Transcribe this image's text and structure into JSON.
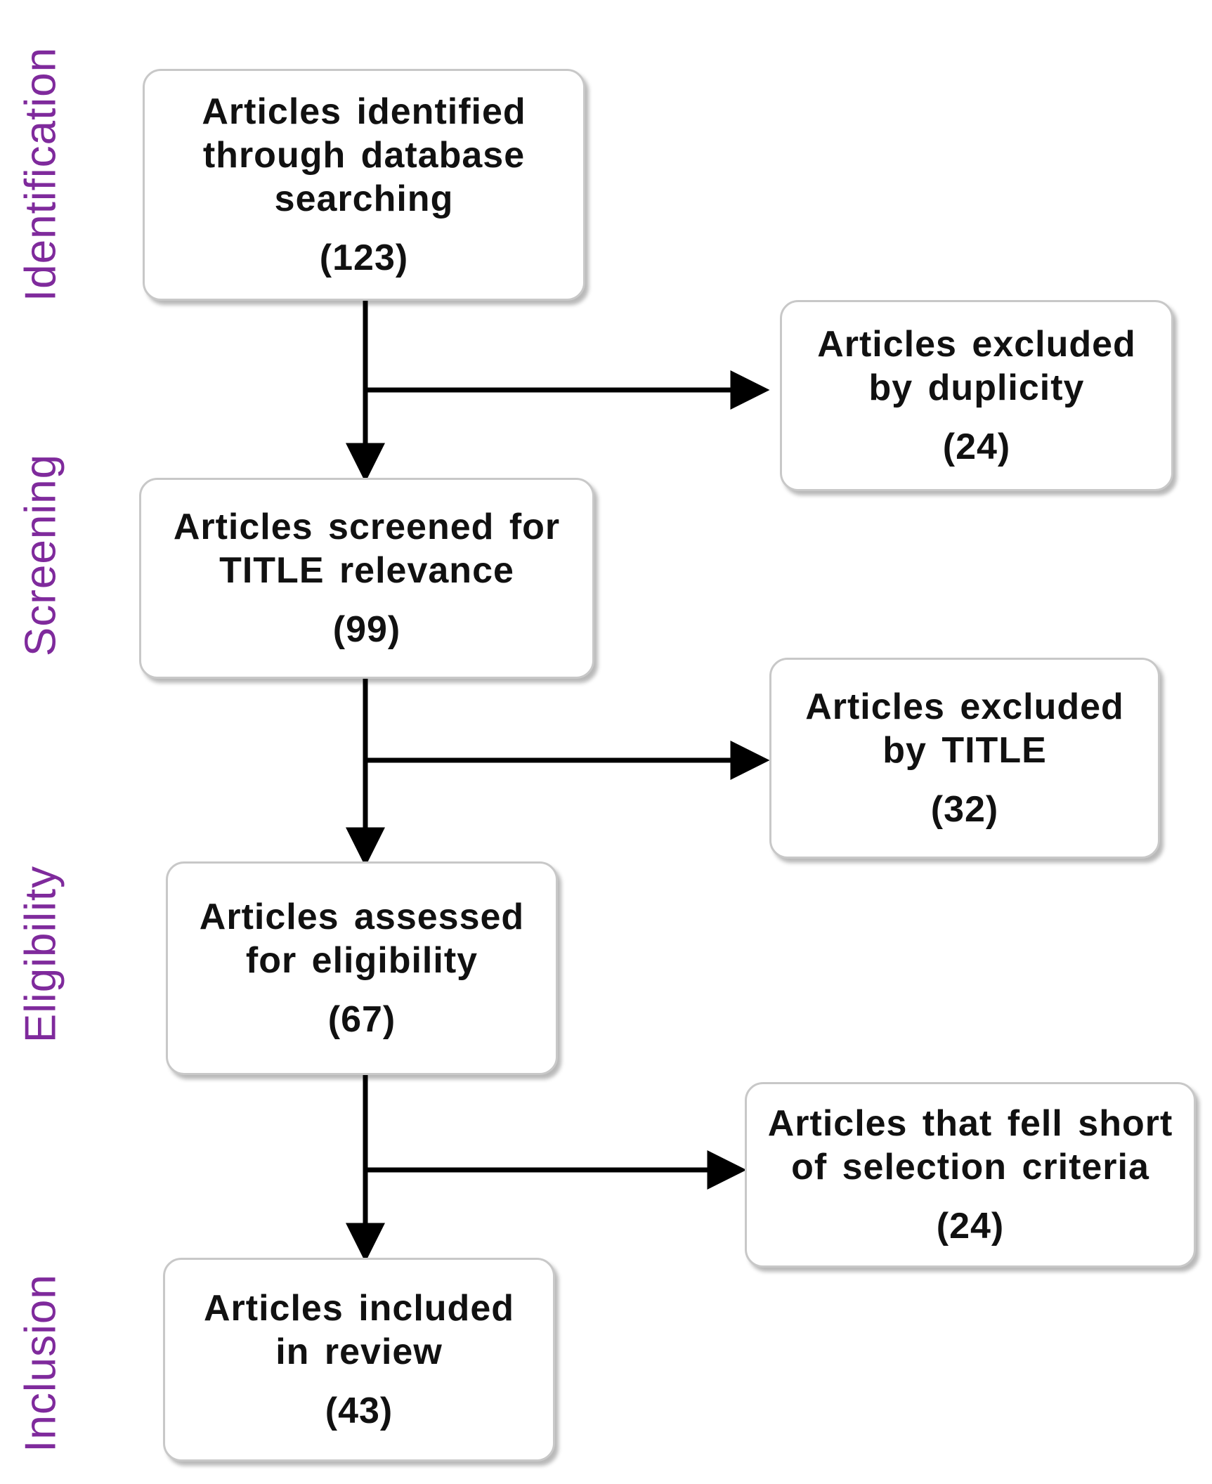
{
  "stages": {
    "identification": "Identification",
    "screening": "Screening",
    "eligibility": "Eligibility",
    "inclusion": "Inclusion"
  },
  "boxes": {
    "identified": {
      "lines": [
        "Articles identified",
        "through database",
        "searching"
      ],
      "count": "(123)"
    },
    "excluded_duplicity": {
      "lines": [
        "Articles excluded",
        "by duplicity"
      ],
      "count": "(24)"
    },
    "screened": {
      "lines": [
        "Articles screened for",
        "TITLE relevance"
      ],
      "count": "(99)"
    },
    "excluded_title": {
      "lines": [
        "Articles excluded",
        "by TITLE"
      ],
      "count": "(32)"
    },
    "assessed": {
      "lines": [
        "Articles assessed",
        "for eligibility"
      ],
      "count": "(67)"
    },
    "short_criteria": {
      "lines": [
        "Articles that fell short",
        "of selection criteria"
      ],
      "count": "(24)"
    },
    "included": {
      "lines": [
        "Articles included",
        "in review"
      ],
      "count": "(43)"
    }
  },
  "colors": {
    "stage_label": "#7f2a9c",
    "box_border": "#c8c8c8",
    "arrow": "#000000",
    "text": "#111111"
  }
}
